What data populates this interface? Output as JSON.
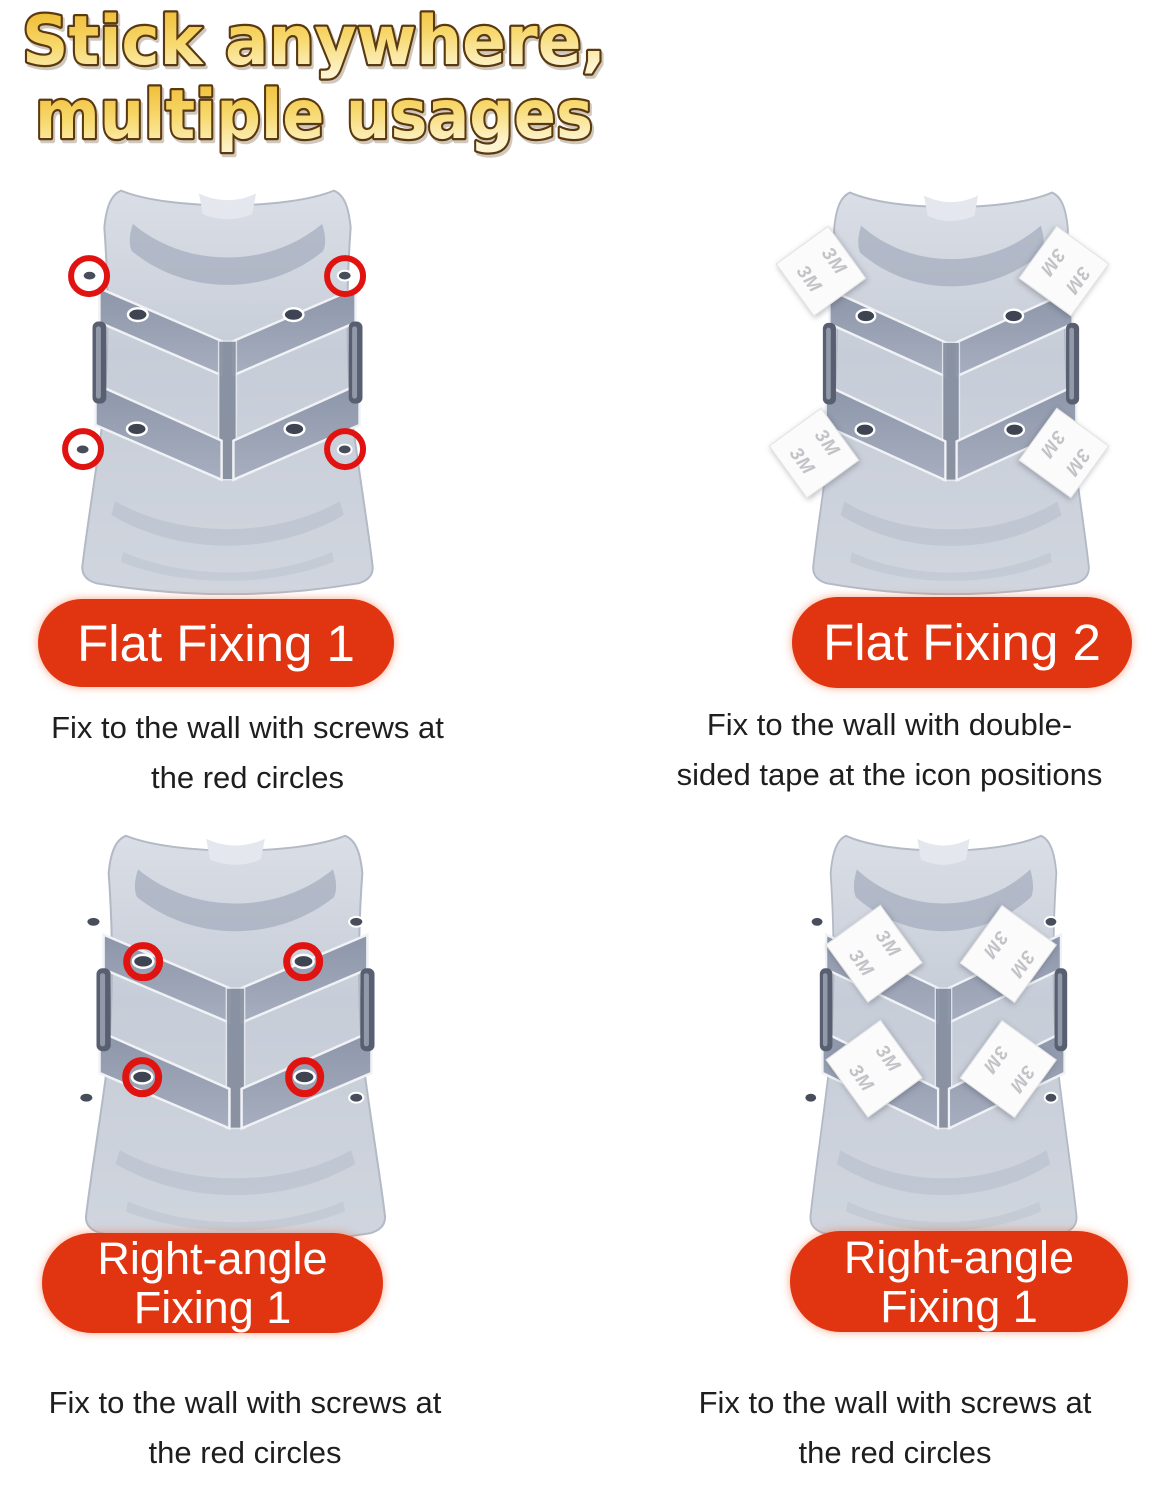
{
  "title": {
    "line1": "Stick anywhere,",
    "line2": "multiple usages"
  },
  "colors": {
    "title_gold": "#f3c335",
    "title_gold_light": "#fdf5d2",
    "title_outline_brown": "#5a3911",
    "badge_red": "#e13410",
    "circle_red": "#e11311",
    "tape_white": "#fbfbfb",
    "tape_text_gray": "#c3c3c7",
    "product_gray": "#c7cdd8"
  },
  "tape_label": "3M",
  "panels": [
    {
      "badge": "Flat Fixing 1",
      "caption_line1": "Fix to the wall with screws at",
      "caption_line2": "the red circles",
      "marker_type": "red-circles"
    },
    {
      "badge": "Flat Fixing 2",
      "caption_line1": "Fix to the wall with double-",
      "caption_line2": "sided tape at the icon positions",
      "marker_type": "3m-tape"
    },
    {
      "badge_line1": "Right-angle",
      "badge_line2": "Fixing 1",
      "caption_line1": "Fix to the wall with screws at",
      "caption_line2": "the red circles",
      "marker_type": "red-circles"
    },
    {
      "badge_line1": "Right-angle",
      "badge_line2": "Fixing 1",
      "caption_line1": "Fix to the wall with screws at",
      "caption_line2": "the red circles",
      "marker_type": "3m-tape"
    }
  ]
}
